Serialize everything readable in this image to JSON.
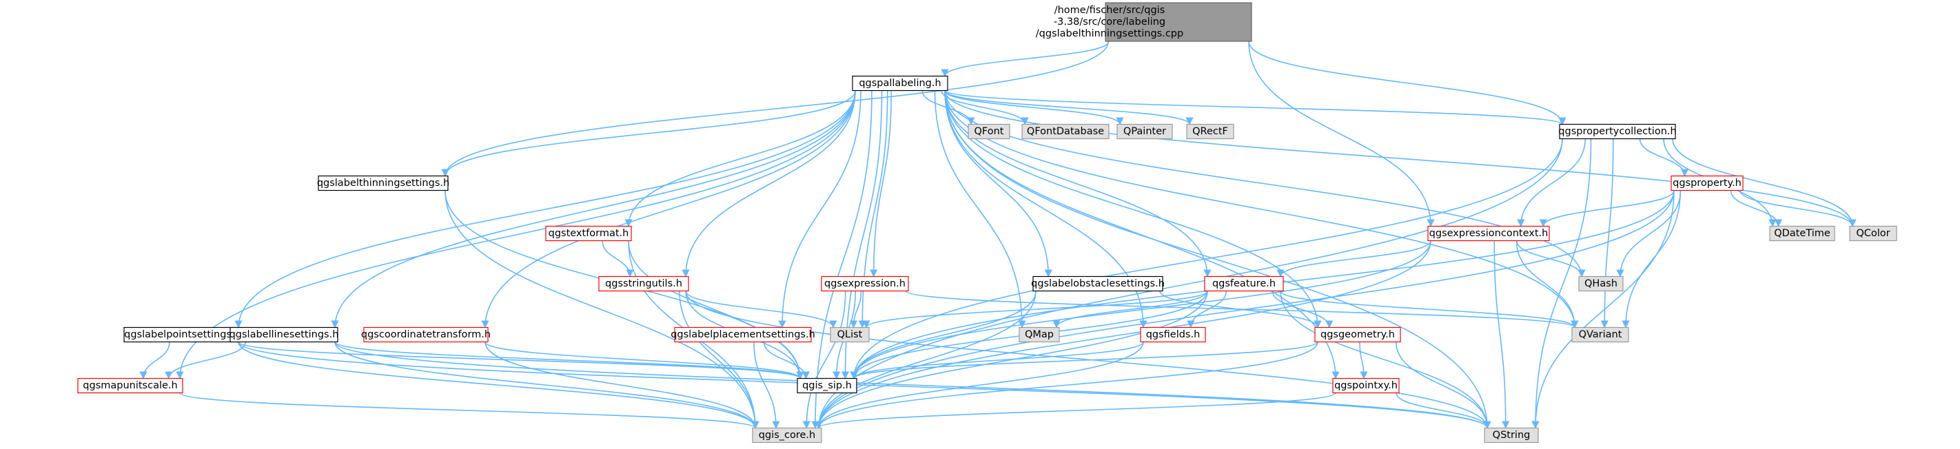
{
  "colors": {
    "edge": "#63b8ff",
    "root_fill": "#999999",
    "root_stroke": "#666666",
    "node_fill": "#ffffff",
    "node_stroke_plain": "#000000",
    "node_stroke_red": "#ff0000",
    "system_fill": "#e0e0e0",
    "system_stroke": "#999999"
  },
  "nodes": [
    {
      "id": "root",
      "label": [
        "/home/fischer/src/qgis",
        "-3.38/src/core/labeling",
        "/qgslabelthinningsettings.cpp"
      ],
      "kind": "root"
    },
    {
      "id": "qgspallabeling",
      "label": [
        "qgspallabeling.h"
      ],
      "kind": "plain"
    },
    {
      "id": "qgslabelthinningsettings",
      "label": [
        "qgslabelthinningsettings.h"
      ],
      "kind": "plain"
    },
    {
      "id": "qgspropertycollection",
      "label": [
        "qgspropertycollection.h"
      ],
      "kind": "plain"
    },
    {
      "id": "qgsproperty",
      "label": [
        "qgsproperty.h"
      ],
      "kind": "red"
    },
    {
      "id": "qgsexpressioncontext",
      "label": [
        "qgsexpressioncontext.h"
      ],
      "kind": "red"
    },
    {
      "id": "qgstextformat",
      "label": [
        "qgstextformat.h"
      ],
      "kind": "red"
    },
    {
      "id": "qgsstringutils",
      "label": [
        "qgsstringutils.h"
      ],
      "kind": "red"
    },
    {
      "id": "qgsexpression",
      "label": [
        "qgsexpression.h"
      ],
      "kind": "red"
    },
    {
      "id": "qgslabelobstaclesettings",
      "label": [
        "qgslabelobstaclesettings.h"
      ],
      "kind": "plain"
    },
    {
      "id": "qgsfeature",
      "label": [
        "qgsfeature.h"
      ],
      "kind": "red"
    },
    {
      "id": "qgslabelpointsettings",
      "label": [
        "qgslabelpointsettings.h"
      ],
      "kind": "plain"
    },
    {
      "id": "qgslabellinesettings",
      "label": [
        "qgslabellinesettings.h"
      ],
      "kind": "plain"
    },
    {
      "id": "qgscoordinatetransform",
      "label": [
        "qgscoordinatetransform.h"
      ],
      "kind": "red"
    },
    {
      "id": "qgslabelplacementsettings",
      "label": [
        "qgslabelplacementsettings.h"
      ],
      "kind": "red"
    },
    {
      "id": "qgsfields",
      "label": [
        "qgsfields.h"
      ],
      "kind": "red"
    },
    {
      "id": "qgsgeometry",
      "label": [
        "qgsgeometry.h"
      ],
      "kind": "red"
    },
    {
      "id": "qgsmapunitscale",
      "label": [
        "qgsmapunitscale.h"
      ],
      "kind": "red"
    },
    {
      "id": "qgis_sip",
      "label": [
        "qgis_sip.h"
      ],
      "kind": "plain"
    },
    {
      "id": "qgspointxy",
      "label": [
        "qgspointxy.h"
      ],
      "kind": "red"
    },
    {
      "id": "qgis_core",
      "label": [
        "qgis_core.h"
      ],
      "kind": "system"
    },
    {
      "id": "QString",
      "label": [
        "QString"
      ],
      "kind": "system"
    },
    {
      "id": "QFont",
      "label": [
        "QFont"
      ],
      "kind": "system"
    },
    {
      "id": "QFontDatabase",
      "label": [
        "QFontDatabase"
      ],
      "kind": "system"
    },
    {
      "id": "QPainter",
      "label": [
        "QPainter"
      ],
      "kind": "system"
    },
    {
      "id": "QRectF",
      "label": [
        "QRectF"
      ],
      "kind": "system"
    },
    {
      "id": "QDateTime",
      "label": [
        "QDateTime"
      ],
      "kind": "system"
    },
    {
      "id": "QColor",
      "label": [
        "QColor"
      ],
      "kind": "system"
    },
    {
      "id": "QHash",
      "label": [
        "QHash"
      ],
      "kind": "system"
    },
    {
      "id": "QVariant",
      "label": [
        "QVariant"
      ],
      "kind": "system"
    },
    {
      "id": "QList",
      "label": [
        "QList"
      ],
      "kind": "system"
    },
    {
      "id": "QMap",
      "label": [
        "QMap"
      ],
      "kind": "system"
    }
  ],
  "edges": [
    [
      "root",
      "qgspallabeling"
    ],
    [
      "root",
      "qgslabelthinningsettings"
    ],
    [
      "root",
      "qgspropertycollection"
    ],
    [
      "root",
      "qgsexpressioncontext"
    ],
    [
      "qgspallabeling",
      "qgis_core"
    ],
    [
      "qgspallabeling",
      "qgslabelthinningsettings"
    ],
    [
      "qgspallabeling",
      "qgspropertycollection"
    ],
    [
      "qgspallabeling",
      "QFont"
    ],
    [
      "qgspallabeling",
      "QFontDatabase"
    ],
    [
      "qgspallabeling",
      "QPainter"
    ],
    [
      "qgspallabeling",
      "QRectF"
    ],
    [
      "qgspallabeling",
      "QColor"
    ],
    [
      "qgspallabeling",
      "QHash"
    ],
    [
      "qgspallabeling",
      "QString"
    ],
    [
      "qgspallabeling",
      "QVariant"
    ],
    [
      "qgspallabeling",
      "QList"
    ],
    [
      "qgspallabeling",
      "QMap"
    ],
    [
      "qgspallabeling",
      "qgis_sip"
    ],
    [
      "qgspallabeling",
      "qgstextformat"
    ],
    [
      "qgspallabeling",
      "qgsstringutils"
    ],
    [
      "qgspallabeling",
      "qgsexpression"
    ],
    [
      "qgspallabeling",
      "qgslabelobstaclesettings"
    ],
    [
      "qgspallabeling",
      "qgsfeature"
    ],
    [
      "qgspallabeling",
      "qgsfields"
    ],
    [
      "qgspallabeling",
      "qgsgeometry"
    ],
    [
      "qgspallabeling",
      "qgspointxy"
    ],
    [
      "qgspallabeling",
      "qgslabelpointsettings"
    ],
    [
      "qgspallabeling",
      "qgslabellinesettings"
    ],
    [
      "qgspallabeling",
      "qgscoordinatetransform"
    ],
    [
      "qgspallabeling",
      "qgslabelplacementsettings"
    ],
    [
      "qgspallabeling",
      "qgsmapunitscale"
    ],
    [
      "qgslabelthinningsettings",
      "qgis_core"
    ],
    [
      "qgslabelthinningsettings",
      "qgis_sip"
    ],
    [
      "qgspropertycollection",
      "qgis_core"
    ],
    [
      "qgspropertycollection",
      "qgis_sip"
    ],
    [
      "qgspropertycollection",
      "qgsproperty"
    ],
    [
      "qgspropertycollection",
      "qgsexpressioncontext"
    ],
    [
      "qgspropertycollection",
      "QDateTime"
    ],
    [
      "qgspropertycollection",
      "QColor"
    ],
    [
      "qgspropertycollection",
      "QVariant"
    ],
    [
      "qgspropertycollection",
      "QString"
    ],
    [
      "qgsproperty",
      "qgis_core"
    ],
    [
      "qgsproperty",
      "qgis_sip"
    ],
    [
      "qgsproperty",
      "qgsexpressioncontext"
    ],
    [
      "qgsproperty",
      "QDateTime"
    ],
    [
      "qgsproperty",
      "QColor"
    ],
    [
      "qgsproperty",
      "QHash"
    ],
    [
      "qgsproperty",
      "QVariant"
    ],
    [
      "qgsproperty",
      "QString"
    ],
    [
      "qgsexpressioncontext",
      "qgis_core"
    ],
    [
      "qgsexpressioncontext",
      "qgis_sip"
    ],
    [
      "qgsexpressioncontext",
      "QHash"
    ],
    [
      "qgsexpressioncontext",
      "QVariant"
    ],
    [
      "qgsexpressioncontext",
      "QString"
    ],
    [
      "qgsexpressioncontext",
      "qgsfeature"
    ],
    [
      "qgstextformat",
      "qgis_core"
    ],
    [
      "qgstextformat",
      "qgis_sip"
    ],
    [
      "qgstextformat",
      "qgsstringutils"
    ],
    [
      "qgsstringutils",
      "qgis_core"
    ],
    [
      "qgsstringutils",
      "qgis_sip"
    ],
    [
      "qgsstringutils",
      "QList"
    ],
    [
      "qgsstringutils",
      "QString"
    ],
    [
      "qgsexpression",
      "qgis_core"
    ],
    [
      "qgsexpression",
      "QList"
    ],
    [
      "qgsexpression",
      "qgis_sip"
    ],
    [
      "qgsexpression",
      "QVariant"
    ],
    [
      "qgslabelobstaclesettings",
      "qgis_core"
    ],
    [
      "qgslabelobstaclesettings",
      "qgis_sip"
    ],
    [
      "qgslabelobstaclesettings",
      "qgsgeometry"
    ],
    [
      "qgsfeature",
      "qgis_core"
    ],
    [
      "qgsfeature",
      "qgis_sip"
    ],
    [
      "qgsfeature",
      "QList"
    ],
    [
      "qgsfeature",
      "QMap"
    ],
    [
      "qgsfeature",
      "QVariant"
    ],
    [
      "qgsfeature",
      "QString"
    ],
    [
      "qgsfeature",
      "qgsfields"
    ],
    [
      "qgsfeature",
      "qgsgeometry"
    ],
    [
      "qgslabelpointsettings",
      "qgis_core"
    ],
    [
      "qgslabelpointsettings",
      "qgis_sip"
    ],
    [
      "qgslabelpointsettings",
      "qgsmapunitscale"
    ],
    [
      "qgslabelpointsettings",
      "QString"
    ],
    [
      "qgslabellinesettings",
      "qgis_core"
    ],
    [
      "qgslabellinesettings",
      "qgis_sip"
    ],
    [
      "qgslabellinesettings",
      "qgsmapunitscale"
    ],
    [
      "qgslabellinesettings",
      "QString"
    ],
    [
      "qgscoordinatetransform",
      "qgis_core"
    ],
    [
      "qgscoordinatetransform",
      "qgis_sip"
    ],
    [
      "qgslabelplacementsettings",
      "qgis_core"
    ],
    [
      "qgslabelplacementsettings",
      "qgis_sip"
    ],
    [
      "qgsfields",
      "qgis_core"
    ],
    [
      "qgsfields",
      "qgis_sip"
    ],
    [
      "qgsgeometry",
      "qgis_core"
    ],
    [
      "qgsgeometry",
      "qgis_sip"
    ],
    [
      "qgsgeometry",
      "qgspointxy"
    ],
    [
      "qgsgeometry",
      "QString"
    ],
    [
      "qgspointxy",
      "qgis_core"
    ],
    [
      "qgspointxy",
      "QString"
    ],
    [
      "qgsmapunitscale",
      "qgis_core"
    ]
  ]
}
